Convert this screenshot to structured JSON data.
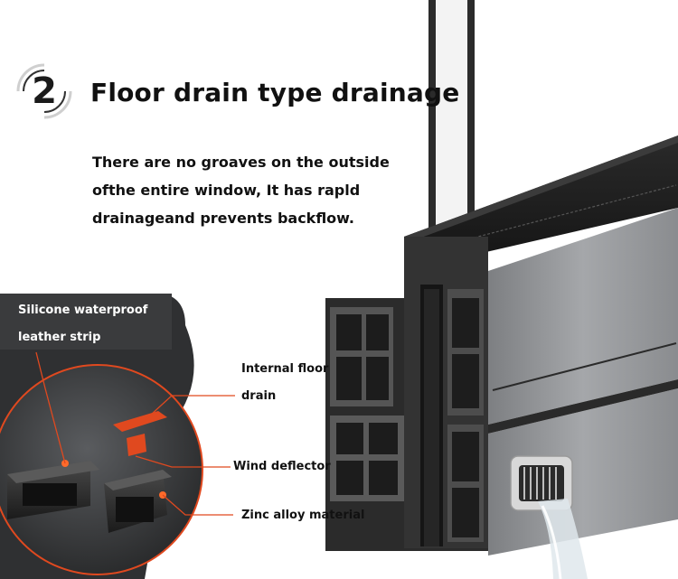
{
  "step": {
    "number": "2"
  },
  "title": "Floor drain type drainage",
  "description": {
    "line1": "There are no groaves on the outside",
    "line2": "ofthe entire window, It has rapld",
    "line3": "drainageand prevents backflow."
  },
  "callouts": {
    "silicone_line1": "Silicone waterproof",
    "silicone_line2": "leather strip",
    "internal_line1": "Internal floor",
    "internal_line2": "drain",
    "wind": "Wind deflector",
    "zinc": "Zinc alloy material"
  },
  "colors": {
    "accent": "#e0491f",
    "frame_dark": "#1e1e1e",
    "frame_grey": "#8a8c8e"
  }
}
